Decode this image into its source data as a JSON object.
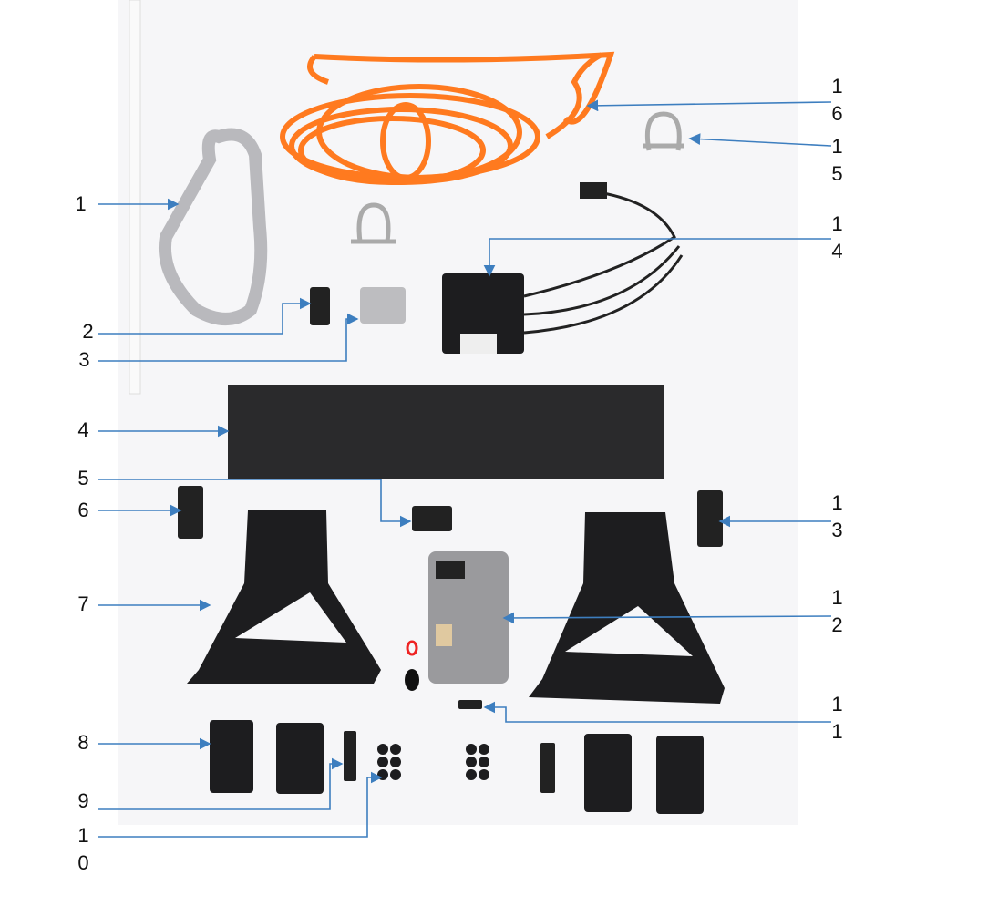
{
  "callouts": {
    "left": [
      "1",
      "2",
      "3",
      "4",
      "5",
      "6",
      "7",
      "8",
      "9",
      "10"
    ],
    "right": [
      "16",
      "15",
      "14",
      "13",
      "12",
      "11"
    ]
  },
  "colors": {
    "arrow": "#3d7ebf",
    "rope": "#ff7a1f",
    "part": "#1c1c1e",
    "metal": "#c9c9cc",
    "background": "#f6f6f8"
  }
}
